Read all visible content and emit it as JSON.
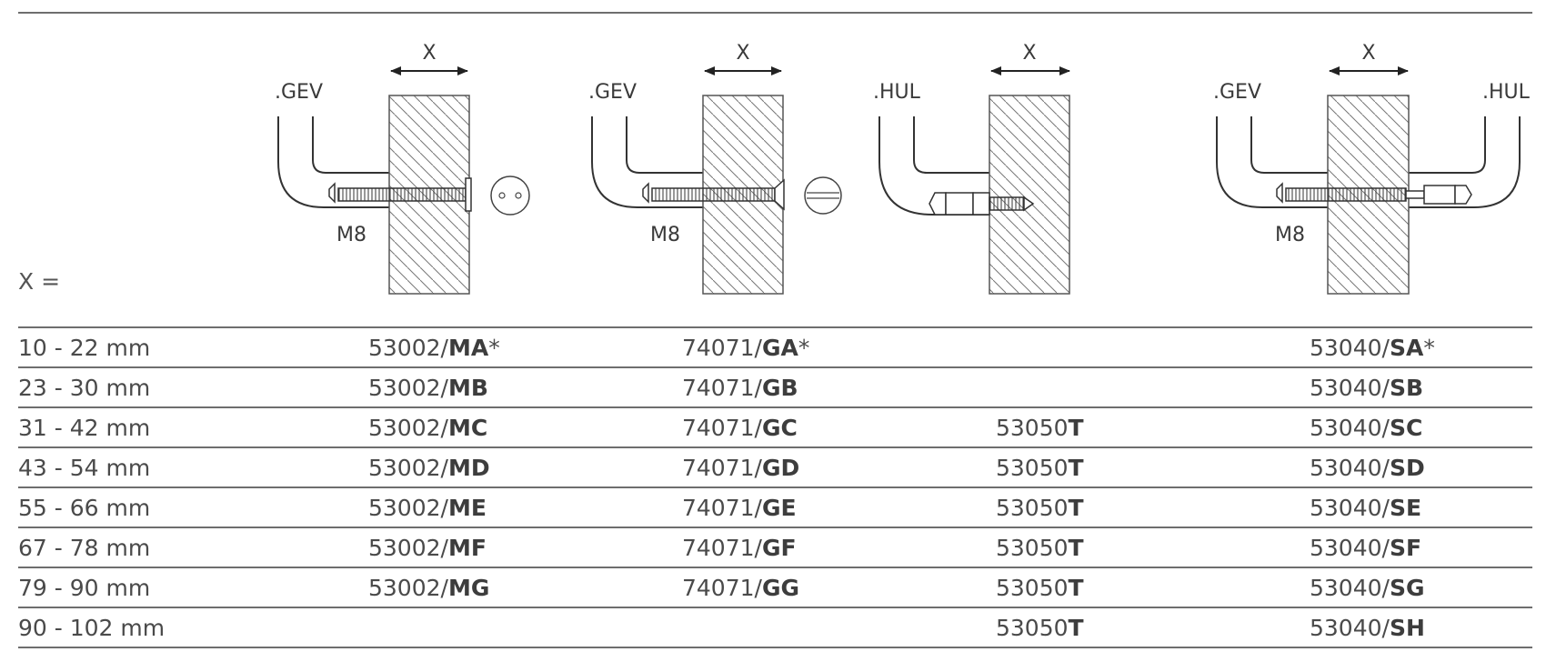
{
  "diagram": {
    "dimension_label": "X",
    "labels": {
      "gev": ".GEV",
      "hul": ".HUL",
      "thread": "M8"
    },
    "x_equals": "X ="
  },
  "table": {
    "rows": [
      {
        "range": "10 - 22 mm",
        "c1": {
          "num": "53002/",
          "code": "MA",
          "mark": "*"
        },
        "c2": {
          "num": "74071/",
          "code": "GA",
          "mark": "*"
        },
        "c3": {
          "num": "",
          "code": "",
          "mark": ""
        },
        "c4": {
          "num": "53040/",
          "code": "SA",
          "mark": "*"
        }
      },
      {
        "range": "23 - 30 mm",
        "c1": {
          "num": "53002/",
          "code": "MB",
          "mark": ""
        },
        "c2": {
          "num": "74071/",
          "code": "GB",
          "mark": ""
        },
        "c3": {
          "num": "",
          "code": "",
          "mark": ""
        },
        "c4": {
          "num": "53040/",
          "code": "SB",
          "mark": ""
        }
      },
      {
        "range": "31 - 42 mm",
        "c1": {
          "num": "53002/",
          "code": "MC",
          "mark": ""
        },
        "c2": {
          "num": "74071/",
          "code": "GC",
          "mark": ""
        },
        "c3": {
          "num": "53050",
          "code": "T",
          "mark": ""
        },
        "c4": {
          "num": "53040/",
          "code": "SC",
          "mark": ""
        }
      },
      {
        "range": "43 - 54 mm",
        "c1": {
          "num": "53002/",
          "code": "MD",
          "mark": ""
        },
        "c2": {
          "num": "74071/",
          "code": "GD",
          "mark": ""
        },
        "c3": {
          "num": "53050",
          "code": "T",
          "mark": ""
        },
        "c4": {
          "num": "53040/",
          "code": "SD",
          "mark": ""
        }
      },
      {
        "range": "55 - 66 mm",
        "c1": {
          "num": "53002/",
          "code": "ME",
          "mark": ""
        },
        "c2": {
          "num": "74071/",
          "code": "GE",
          "mark": ""
        },
        "c3": {
          "num": "53050",
          "code": "T",
          "mark": ""
        },
        "c4": {
          "num": "53040/",
          "code": "SE",
          "mark": ""
        }
      },
      {
        "range": "67 - 78 mm",
        "c1": {
          "num": "53002/",
          "code": "MF",
          "mark": ""
        },
        "c2": {
          "num": "74071/",
          "code": "GF",
          "mark": ""
        },
        "c3": {
          "num": "53050",
          "code": "T",
          "mark": ""
        },
        "c4": {
          "num": "53040/",
          "code": "SF",
          "mark": ""
        }
      },
      {
        "range": "79 - 90 mm",
        "c1": {
          "num": "53002/",
          "code": "MG",
          "mark": ""
        },
        "c2": {
          "num": "74071/",
          "code": "GG",
          "mark": ""
        },
        "c3": {
          "num": "53050",
          "code": "T",
          "mark": ""
        },
        "c4": {
          "num": "53040/",
          "code": "SG",
          "mark": ""
        }
      },
      {
        "range": "90 - 102 mm",
        "c1": {
          "num": "",
          "code": "",
          "mark": ""
        },
        "c2": {
          "num": "",
          "code": "",
          "mark": ""
        },
        "c3": {
          "num": "53050",
          "code": "T",
          "mark": ""
        },
        "c4": {
          "num": "53040/",
          "code": "SH",
          "mark": ""
        }
      }
    ]
  }
}
